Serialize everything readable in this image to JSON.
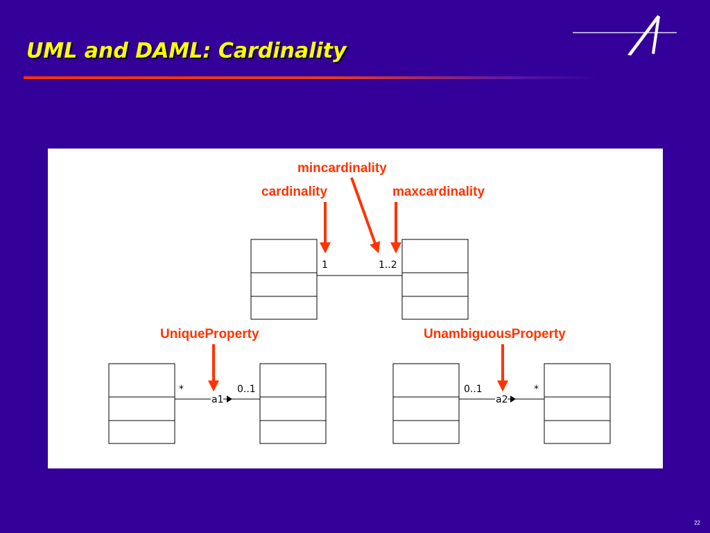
{
  "title": "UML and DAML: Cardinality",
  "page_number": "22",
  "colors": {
    "background": "#330099",
    "title": "#ffff00",
    "accent": "#ff3300",
    "panel": "#ffffff"
  },
  "diagram": {
    "callouts": {
      "mincardinality": "mincardinality",
      "cardinality": "cardinality",
      "maxcardinality": "maxcardinality",
      "unique_property": "UniqueProperty",
      "unambiguous_property": "UnambiguousProperty"
    },
    "top_association": {
      "left_multiplicity": "1",
      "right_multiplicity": "1..2"
    },
    "left_association": {
      "source_multiplicity": "*",
      "target_multiplicity": "0..1",
      "role": "a1"
    },
    "right_association": {
      "source_multiplicity": "0..1",
      "target_multiplicity": "*",
      "role": "a2"
    }
  }
}
